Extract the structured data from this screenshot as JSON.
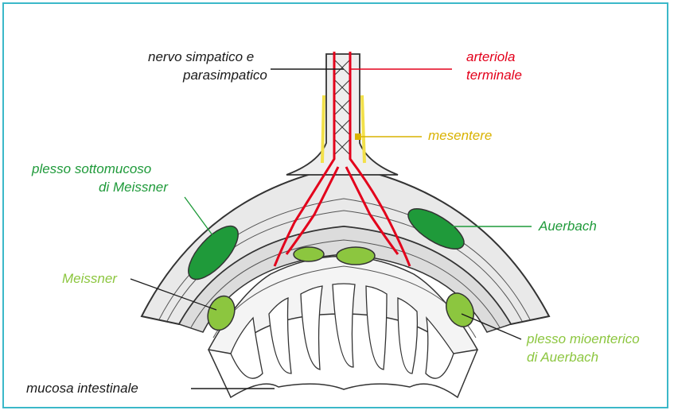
{
  "labels": {
    "nerve_line1": "nervo simpatico e",
    "nerve_line2": "parasimpatico",
    "arteriole_line1": "arteriola",
    "arteriole_line2": "terminale",
    "mesentery": "mesentere",
    "submucosal_line1": "plesso sottomucoso",
    "submucosal_line2": "di Meissner",
    "auerbach": "Auerbach",
    "meissner": "Meissner",
    "myenteric_line1": "plesso mioenterico",
    "myenteric_line2": "di Auerbach",
    "mucosa": "mucosa intestinale"
  },
  "colors": {
    "frame": "#3bb8c9",
    "artery": "#e3001b",
    "mesentery": "#f2e04a",
    "auerbach_plexus": "#1f9a3a",
    "meissner_plexus": "#8cc63f",
    "tissue_fill": "#e9e9e9",
    "outline": "#333333"
  }
}
